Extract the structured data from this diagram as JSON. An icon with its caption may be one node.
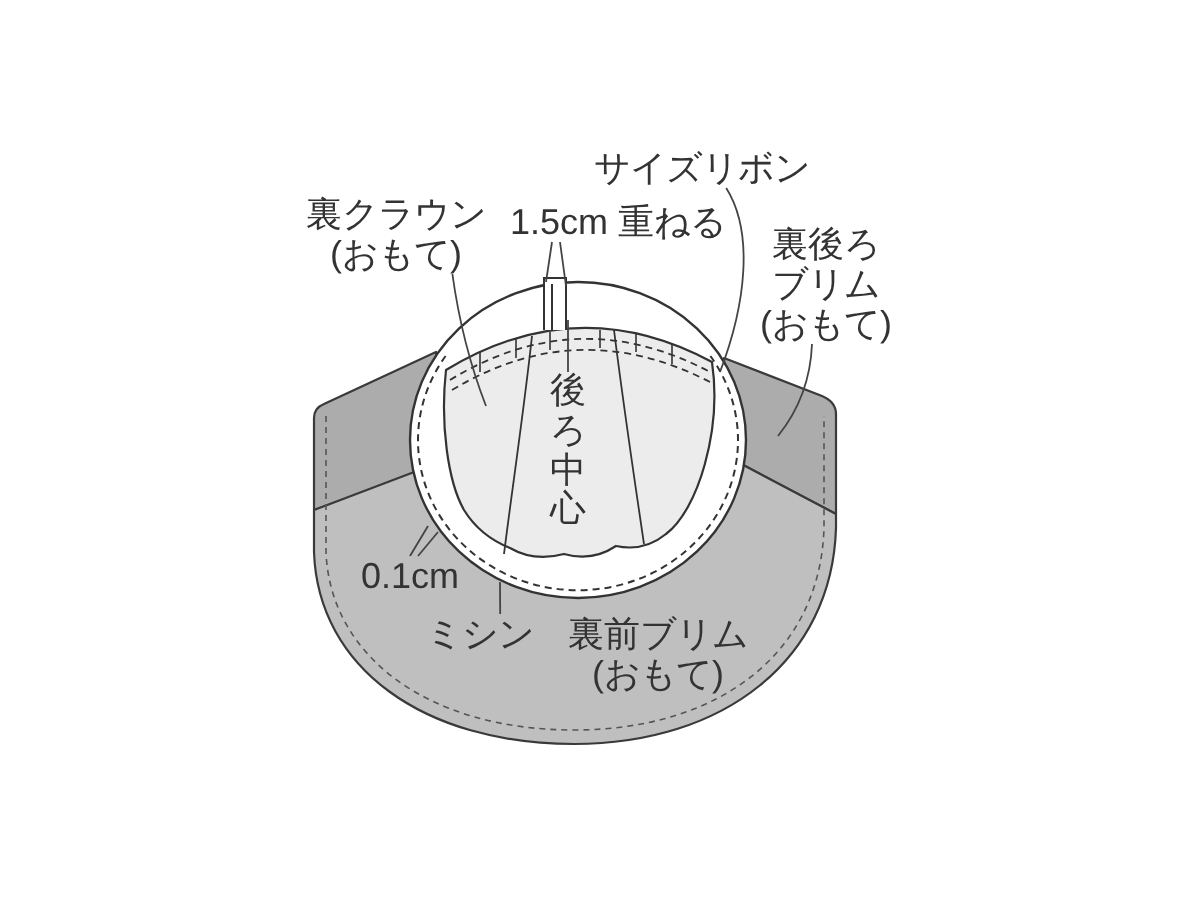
{
  "diagram": {
    "nodes": [
      {
        "text": [
          "サイズリボン"
        ]
      },
      {
        "text": [
          "裏クラウン(おもて)"
        ]
      },
      {
        "text": [
          "1.5cm 重ねる"
        ]
      },
      {
        "text": [
          "裏後ろブリム(おもて)"
        ]
      },
      {
        "text": [
          "後ろ中心"
        ]
      },
      {
        "text": [
          "0.1cm"
        ]
      },
      {
        "text": [
          "ミシン"
        ]
      }
    ],
    "edges": [
      {
        "from": 0,
        "to": null,
        "arrow": "none"
      },
      {
        "from": 1,
        "to": null,
        "arrow": "none"
      },
      {
        "from": 2,
        "to": null,
        "arrow": "none"
      },
      {
        "from": 2,
        "to": null,
        "arrow": "none"
      },
      {
        "from": 3,
        "to": null,
        "arrow": "none"
      },
      {
        "from": 4,
        "to": null,
        "arrow": "none"
      },
      {
        "from": 5,
        "to": null,
        "arrow": "none"
      },
      {
        "from": 5,
        "to": null,
        "arrow": "none"
      },
      {
        "from": 6,
        "to": null,
        "arrow": "none"
      }
    ],
    "labels": [
      "裏前ブリム(おもて)"
    ]
  }
}
